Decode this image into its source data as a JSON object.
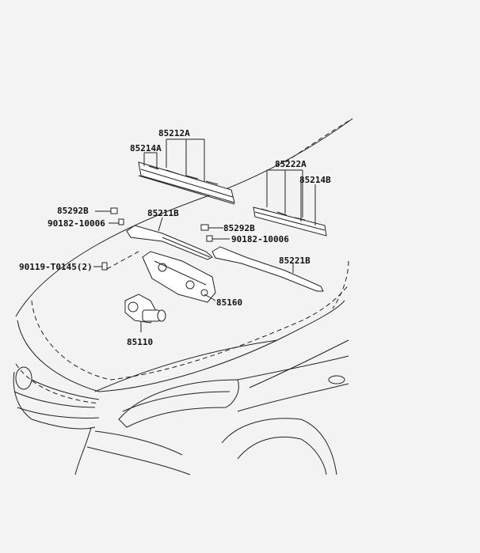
{
  "diagram": {
    "labels": {
      "p85212a": "85212A",
      "p85214a": "85214A",
      "p85222a": "85222A",
      "p85214b": "85214B",
      "p85292b_left": "85292B",
      "p90182_left": "90182-10006",
      "p85211b": "85211B",
      "p85292b_right": "85292B",
      "p90182_right": "90182-10006",
      "p90119": "90119-T0145(2)",
      "p85221b": "85221B",
      "p85160": "85160",
      "p85110": "85110"
    }
  }
}
